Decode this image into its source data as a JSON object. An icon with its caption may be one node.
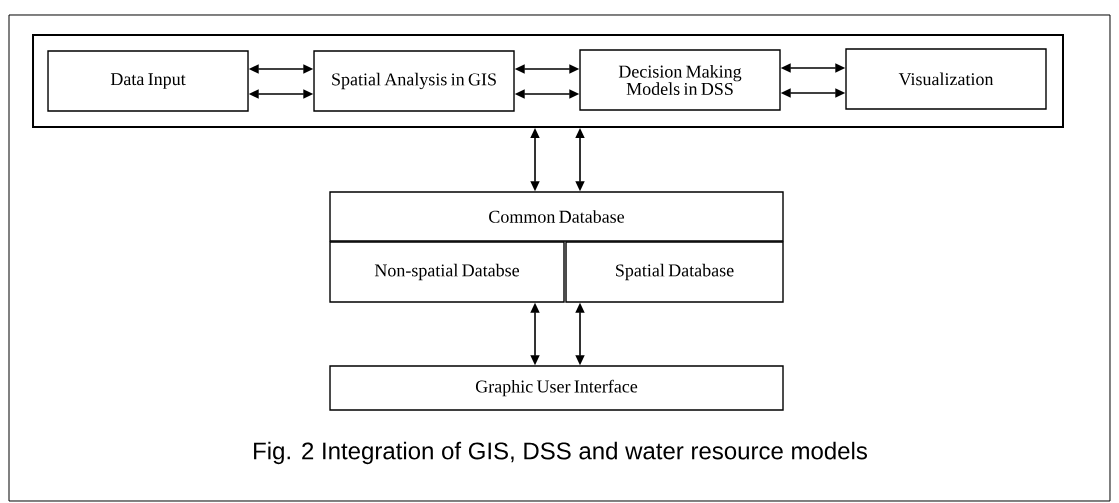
{
  "diagram": {
    "caption": "Fig. 2 Integration of GIS, DSS and water resource models",
    "nodes": [
      {
        "text": [],
        "shape": "box"
      },
      {
        "text": [
          "Data Input"
        ],
        "in": 0
      },
      {
        "text": [
          "Spatial Analysis in GIS"
        ],
        "in": 0
      },
      {
        "text": [
          "Decision Making Models in DSS"
        ],
        "in": 0
      },
      {
        "text": [
          "Visualization"
        ],
        "in": 0
      },
      {
        "text": [
          "Common Database"
        ]
      },
      {
        "text": [
          "Non-spatial Databse"
        ]
      },
      {
        "text": [
          "Spatial Database"
        ]
      },
      {
        "text": [
          "Graphic User Interface"
        ]
      }
    ],
    "edges": [
      {
        "from": 1,
        "to": 2,
        "arrow": "both"
      },
      {
        "from": 1,
        "to": 2,
        "arrow": "both"
      },
      {
        "from": 2,
        "to": 3,
        "arrow": "both"
      },
      {
        "from": 2,
        "to": 3,
        "arrow": "both"
      },
      {
        "from": 3,
        "to": 4,
        "arrow": "both"
      },
      {
        "from": 3,
        "to": 4,
        "arrow": "both"
      },
      {
        "from": 0,
        "to": 5,
        "arrow": "both"
      },
      {
        "from": 0,
        "to": 5,
        "arrow": "both"
      },
      {
        "from": 6,
        "to": 8,
        "arrow": "both"
      },
      {
        "from": 7,
        "to": 8,
        "arrow": "both"
      }
    ]
  }
}
